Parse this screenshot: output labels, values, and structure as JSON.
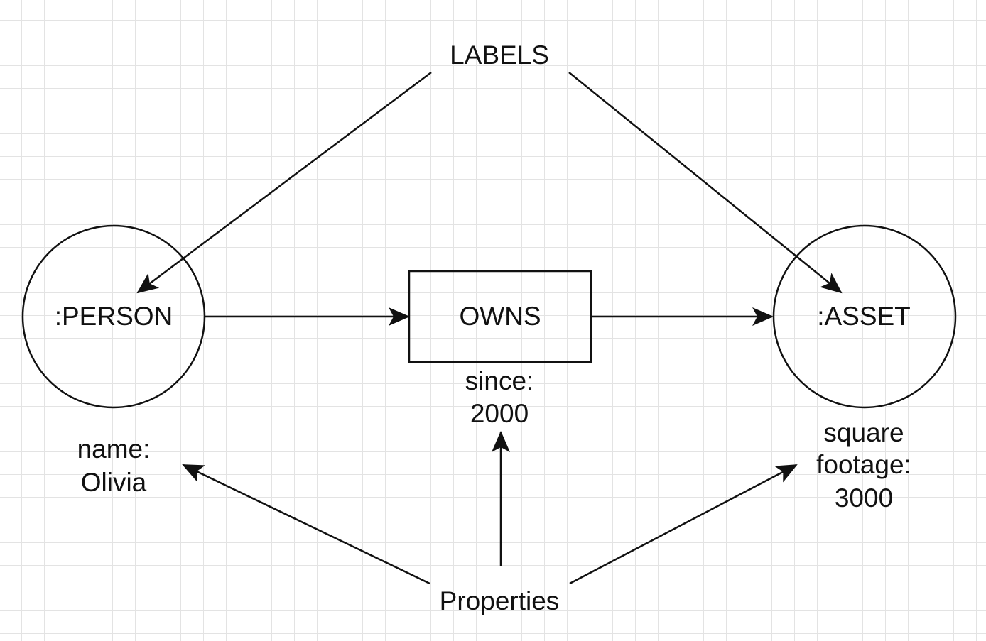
{
  "title": "LABELS",
  "nodes": {
    "person": {
      "label": ":PERSON",
      "property_lines": [
        "name:",
        "Olivia"
      ]
    },
    "asset": {
      "label": ":ASSET",
      "property_lines": [
        "square",
        "footage:",
        "3000"
      ]
    }
  },
  "relationship": {
    "label": "OWNS",
    "property_lines": [
      "since:",
      "2000"
    ]
  },
  "footer": "Properties",
  "colors": {
    "stroke": "#111111",
    "grid": "#e3e3e3",
    "background": "#ffffff"
  }
}
